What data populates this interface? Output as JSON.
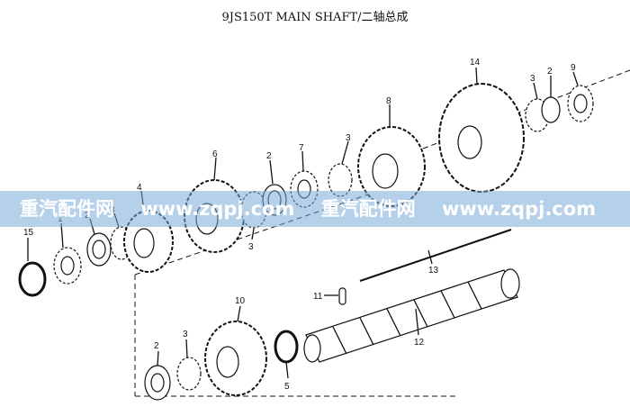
{
  "title": "9JS150T MAIN SHAFT/二轴总成",
  "watermark": {
    "brand": "重汽配件网",
    "url": "www.zqpj.com",
    "band_color": "#78aad7"
  },
  "callouts": [
    "1",
    "2",
    "3",
    "4",
    "5",
    "6",
    "7",
    "8",
    "9",
    "10",
    "11",
    "12",
    "13",
    "14",
    "15"
  ]
}
